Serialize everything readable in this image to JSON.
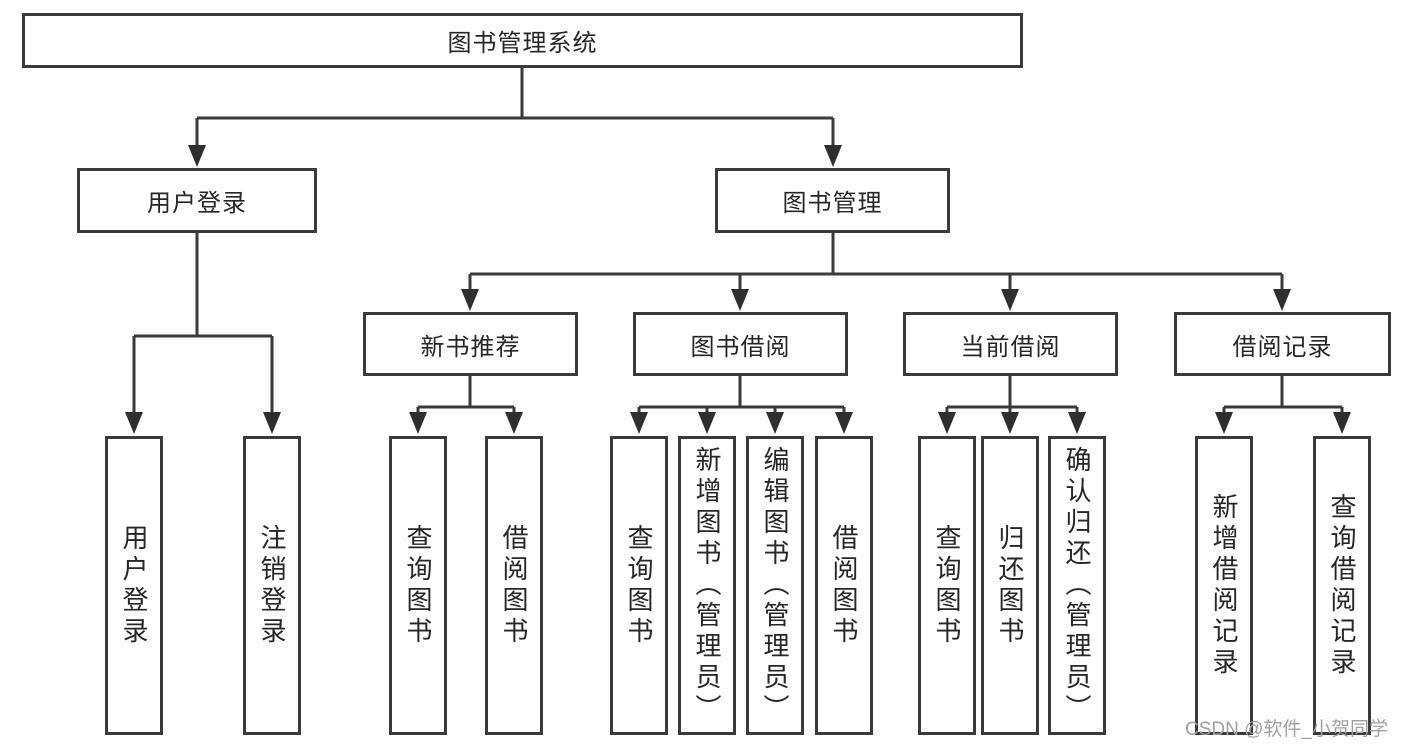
{
  "diagram": {
    "tree": {
      "root": {
        "label": "图书管理系统",
        "children": [
          {
            "label": "用户登录",
            "children": [
              {
                "label": "用户登录"
              },
              {
                "label": "注销登录"
              }
            ]
          },
          {
            "label": "图书管理",
            "children": [
              {
                "label": "新书推荐",
                "children": [
                  {
                    "label": "查询图书"
                  },
                  {
                    "label": "借阅图书"
                  }
                ]
              },
              {
                "label": "图书借阅",
                "children": [
                  {
                    "label": "查询图书"
                  },
                  {
                    "label": "新增图书（管理员）"
                  },
                  {
                    "label": "编辑图书（管理员）"
                  },
                  {
                    "label": "借阅图书"
                  }
                ]
              },
              {
                "label": "当前借阅",
                "children": [
                  {
                    "label": "查询图书"
                  },
                  {
                    "label": "归还图书"
                  },
                  {
                    "label": "确认归还（管理员）"
                  }
                ]
              },
              {
                "label": "借阅记录",
                "children": [
                  {
                    "label": "新增借阅记录"
                  },
                  {
                    "label": "查询借阅记录"
                  }
                ]
              }
            ]
          }
        ]
      }
    },
    "colors": {
      "line": "#3a3a3a",
      "arrow": "#2f2f2f",
      "box_background": "#ffffff",
      "text": "#262626"
    }
  },
  "watermark": {
    "text": "CSDN @软件_小贺同学",
    "color": "#a0a0a0"
  }
}
